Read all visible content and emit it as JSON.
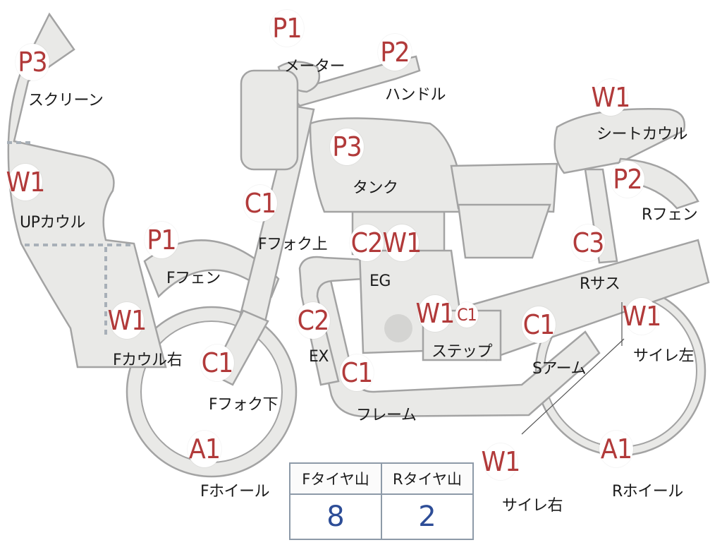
{
  "parts": [
    {
      "id": "screen",
      "code": "P3",
      "label": "スクリーン"
    },
    {
      "id": "meter",
      "code": "P1",
      "label": "メーター"
    },
    {
      "id": "handle",
      "code": "P2",
      "label": "ハンドル"
    },
    {
      "id": "seat-cowl",
      "code": "W1",
      "label": "シートカウル"
    },
    {
      "id": "up-cowl",
      "code": "W1",
      "label": "UPカウル"
    },
    {
      "id": "tank",
      "code": "P3",
      "label": "タンク"
    },
    {
      "id": "r-fender",
      "code": "P2",
      "label": "Rフェン"
    },
    {
      "id": "f-fork-upper",
      "code": "C1",
      "label": "Fフォク上"
    },
    {
      "id": "f-fender",
      "code": "P1",
      "label": "Fフェン"
    },
    {
      "id": "eg-c2",
      "code": "C2",
      "label": "EG"
    },
    {
      "id": "eg-w1",
      "code": "W1",
      "label": ""
    },
    {
      "id": "r-sus",
      "code": "C3",
      "label": "Rサス"
    },
    {
      "id": "f-cowl-right",
      "code": "W1",
      "label": "Fカウル右"
    },
    {
      "id": "ex",
      "code": "C2",
      "label": "EX"
    },
    {
      "id": "step-w1",
      "code": "W1",
      "label": "ステップ"
    },
    {
      "id": "step-c1",
      "code": "C1",
      "label": ""
    },
    {
      "id": "s-arm",
      "code": "C1",
      "label": "Sアーム"
    },
    {
      "id": "silencer-left",
      "code": "W1",
      "label": "サイレ左"
    },
    {
      "id": "f-fork-lower",
      "code": "C1",
      "label": "Fフォク下"
    },
    {
      "id": "frame",
      "code": "C1",
      "label": "フレーム"
    },
    {
      "id": "f-wheel",
      "code": "A1",
      "label": "Fホイール"
    },
    {
      "id": "silencer-right",
      "code": "W1",
      "label": "サイレ右"
    },
    {
      "id": "r-wheel",
      "code": "A1",
      "label": "Rホイール"
    }
  ],
  "tires": {
    "front_header": "Fタイヤ山",
    "rear_header": "Rタイヤ山",
    "front_value": "8",
    "rear_value": "2"
  },
  "colors": {
    "part_fill": "#e9e9e7",
    "part_outline": "#a3a3a3",
    "code_text": "#b13a3a",
    "tire_value_text": "#2d4d97",
    "seam_dashes": "#a8b0b8"
  }
}
